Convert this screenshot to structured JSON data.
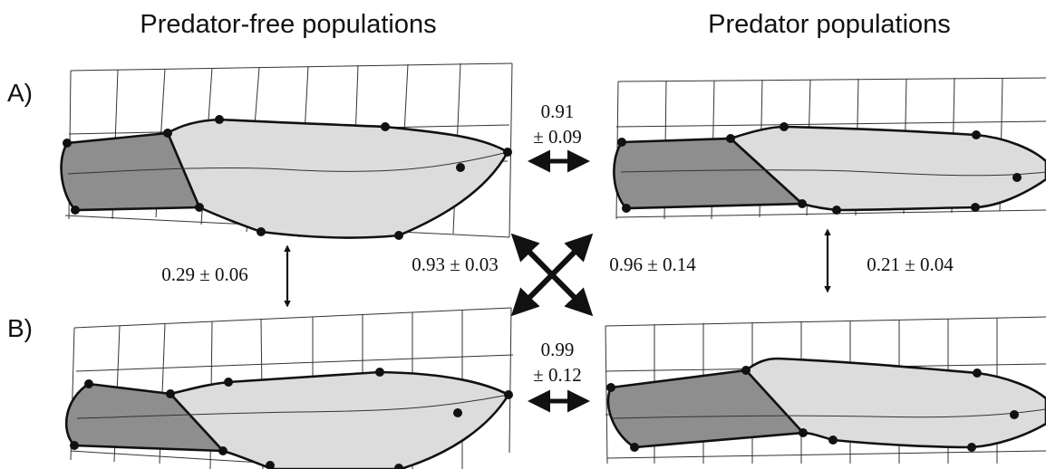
{
  "headers": {
    "left": "Predator-free populations",
    "right": "Predator populations"
  },
  "rows": {
    "a": "A)",
    "b": "B)"
  },
  "comparisons": {
    "top_horizontal_line1": "0.91",
    "top_horizontal_line2": "± 0.09",
    "bottom_horizontal_line1": "0.99",
    "bottom_horizontal_line2": "± 0.12",
    "left_vertical": "0.29 ± 0.06",
    "right_vertical": "0.21 ± 0.04",
    "diagonal_left": "0.93 ± 0.03",
    "diagonal_right": "0.96 ± 0.14"
  },
  "colors": {
    "head_fill": "#8e8e8e",
    "body_fill": "#dcdcdc",
    "outline": "#111111"
  }
}
